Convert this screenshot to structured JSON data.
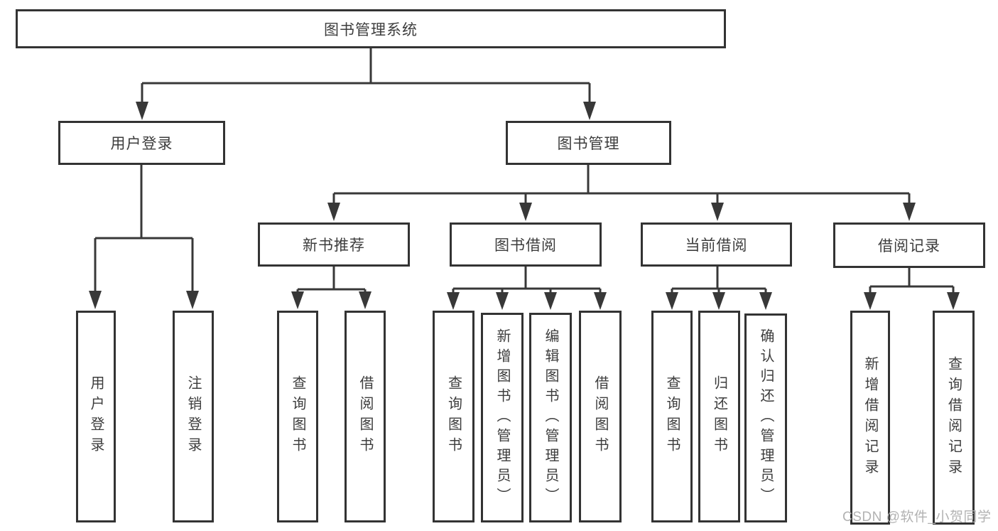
{
  "diagram": {
    "title": "图书管理系统",
    "root": {
      "label": "图书管理系统"
    },
    "level2": [
      {
        "label": "用户登录"
      },
      {
        "label": "图书管理"
      }
    ],
    "level3": [
      {
        "label": "新书推荐",
        "parent": "图书管理"
      },
      {
        "label": "图书借阅",
        "parent": "图书管理"
      },
      {
        "label": "当前借阅",
        "parent": "图书管理"
      },
      {
        "label": "借阅记录",
        "parent": "图书管理"
      }
    ],
    "leaves": [
      {
        "label": "用户登录",
        "parent": "用户登录"
      },
      {
        "label": "注销登录",
        "parent": "用户登录"
      },
      {
        "label": "查询图书",
        "parent": "新书推荐"
      },
      {
        "label": "借阅图书",
        "parent": "新书推荐"
      },
      {
        "label": "查询图书",
        "parent": "图书借阅"
      },
      {
        "label": "新增图书（管理员）",
        "parent": "图书借阅"
      },
      {
        "label": "编辑图书（管理员）",
        "parent": "图书借阅"
      },
      {
        "label": "借阅图书",
        "parent": "图书借阅"
      },
      {
        "label": "查询图书",
        "parent": "当前借阅"
      },
      {
        "label": "归还图书",
        "parent": "当前借阅"
      },
      {
        "label": "确认归还（管理员）",
        "parent": "当前借阅"
      },
      {
        "label": "新增借阅记录",
        "parent": "借阅记录"
      },
      {
        "label": "查询借阅记录",
        "parent": "借阅记录"
      }
    ],
    "watermark": "CSDN @软件_小贺同学",
    "colors": {
      "line": "#383838",
      "box_border": "#333333",
      "box_fill": "#ffffff",
      "text": "#3d3d3d",
      "watermark": "#b2b2b2",
      "background": "#ffffff"
    }
  }
}
